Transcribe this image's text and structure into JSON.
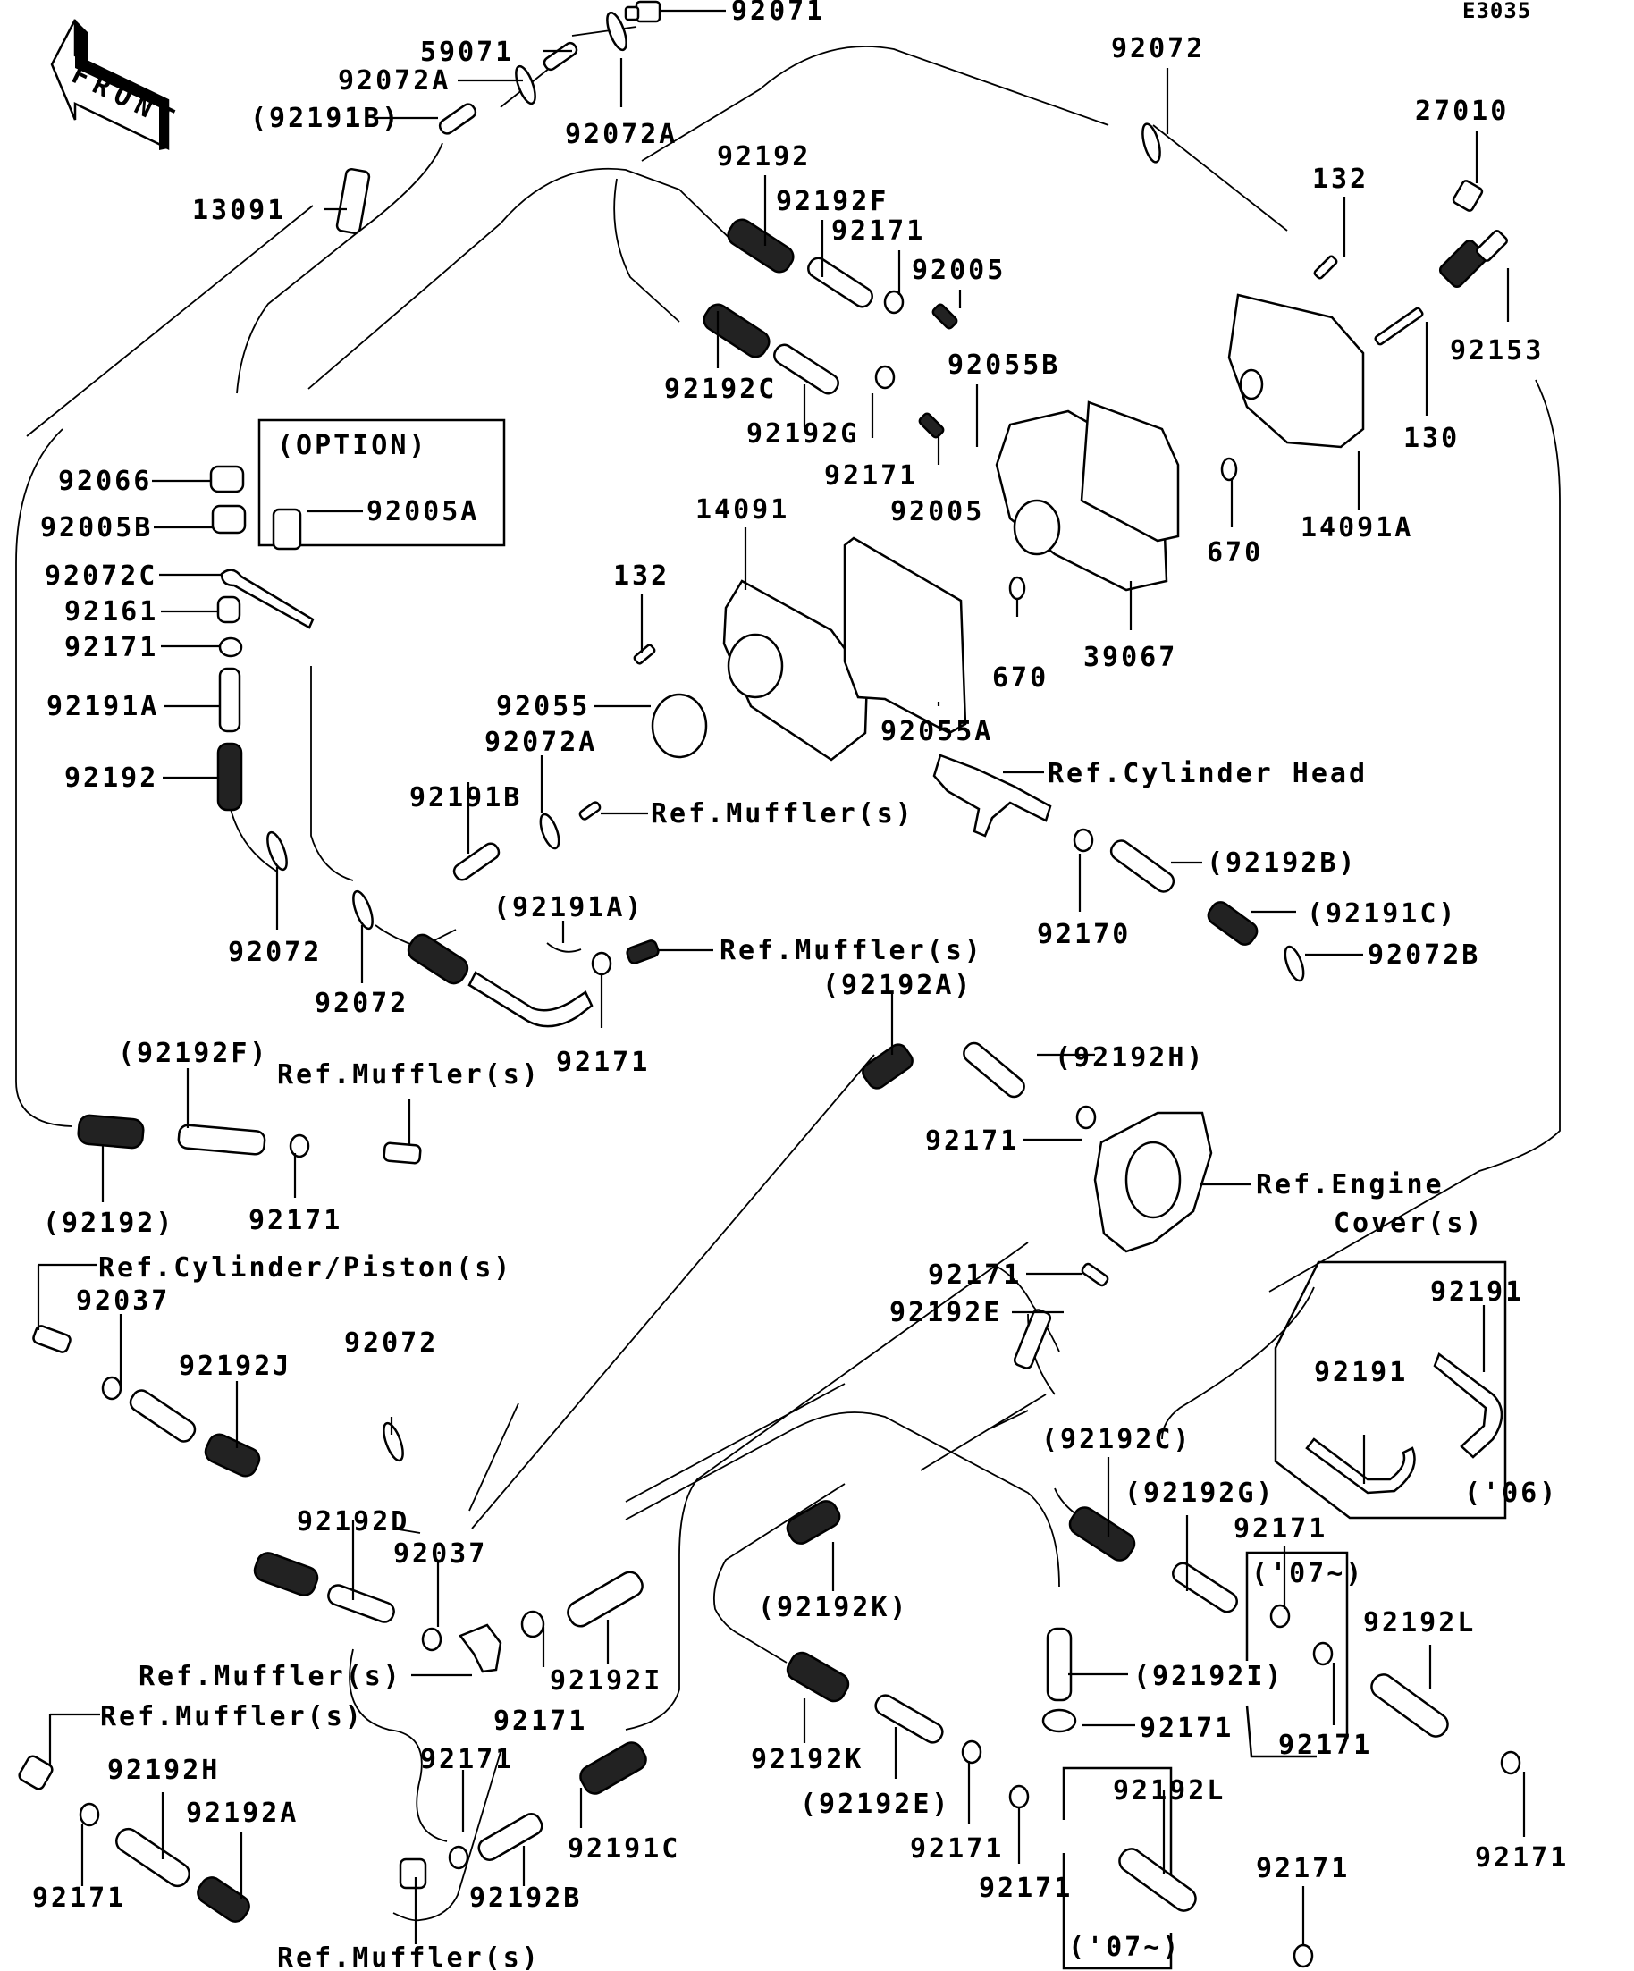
{
  "diagram": {
    "title": "Oil / Water Hose Routing Parts Diagram",
    "code": "E3035",
    "front_arrow_label": "FRONT",
    "option_box_label": "(OPTION)",
    "year_06_label": "('06)",
    "year_07_label_a": "('07~)",
    "year_07_label_b": "('07~)",
    "labels": [
      {
        "id": "l92071",
        "text": "92071"
      },
      {
        "id": "l59071",
        "text": "59071"
      },
      {
        "id": "l92072A_1",
        "text": "92072A"
      },
      {
        "id": "l92191B_p",
        "text": "(92191B)"
      },
      {
        "id": "l92072A_2",
        "text": "92072A"
      },
      {
        "id": "l13091",
        "text": "13091"
      },
      {
        "id": "l92072_top",
        "text": "92072"
      },
      {
        "id": "l27010",
        "text": "27010"
      },
      {
        "id": "l92192_top",
        "text": "92192"
      },
      {
        "id": "l92192F",
        "text": "92192F"
      },
      {
        "id": "l92171_a",
        "text": "92171"
      },
      {
        "id": "l92005_a",
        "text": "92005"
      },
      {
        "id": "l132_a",
        "text": "132"
      },
      {
        "id": "l92153",
        "text": "92153"
      },
      {
        "id": "l92055B",
        "text": "92055B"
      },
      {
        "id": "l92192C",
        "text": "92192C"
      },
      {
        "id": "l92192G",
        "text": "92192G"
      },
      {
        "id": "l130",
        "text": "130"
      },
      {
        "id": "l92171_b",
        "text": "92171"
      },
      {
        "id": "l92005_b",
        "text": "92005"
      },
      {
        "id": "l14091A",
        "text": "14091A"
      },
      {
        "id": "l670_a",
        "text": "670"
      },
      {
        "id": "l92066",
        "text": "92066"
      },
      {
        "id": "l92005A",
        "text": "92005A"
      },
      {
        "id": "l92005B",
        "text": "92005B"
      },
      {
        "id": "l14091",
        "text": "14091"
      },
      {
        "id": "l92072C",
        "text": "92072C"
      },
      {
        "id": "l132_b",
        "text": "132"
      },
      {
        "id": "l92161",
        "text": "92161"
      },
      {
        "id": "l92171_c",
        "text": "92171"
      },
      {
        "id": "l670_b",
        "text": "670"
      },
      {
        "id": "l39067",
        "text": "39067"
      },
      {
        "id": "l92191A",
        "text": "92191A"
      },
      {
        "id": "l92055",
        "text": "92055"
      },
      {
        "id": "l92055A",
        "text": "92055A"
      },
      {
        "id": "l92072A_3",
        "text": "92072A"
      },
      {
        "id": "l92192_left",
        "text": "92192"
      },
      {
        "id": "lrefcyl",
        "text": "Ref.Cylinder Head"
      },
      {
        "id": "l92191B",
        "text": "92191B"
      },
      {
        "id": "lrefmuf1",
        "text": "Ref.Muffler(s)"
      },
      {
        "id": "l92192B_p",
        "text": "(92192B)"
      },
      {
        "id": "l92191A_p",
        "text": "(92191A)"
      },
      {
        "id": "l92191C_p",
        "text": "(92191C)"
      },
      {
        "id": "l92170",
        "text": "92170"
      },
      {
        "id": "l92072_1",
        "text": "92072"
      },
      {
        "id": "lrefmuf2",
        "text": "Ref.Muffler(s)"
      },
      {
        "id": "l92072B",
        "text": "92072B"
      },
      {
        "id": "l92192A_p",
        "text": "(92192A)"
      },
      {
        "id": "l92072_2",
        "text": "92072"
      },
      {
        "id": "l92171_d",
        "text": "92171"
      },
      {
        "id": "l92192H_p",
        "text": "(92192H)"
      },
      {
        "id": "l92192F_p",
        "text": "(92192F)"
      },
      {
        "id": "lrefmuf3",
        "text": "Ref.Muffler(s)"
      },
      {
        "id": "l92171_e",
        "text": "92171"
      },
      {
        "id": "lrefeng1",
        "text": "Ref.Engine"
      },
      {
        "id": "lrefeng2",
        "text": "Cover(s)"
      },
      {
        "id": "l92192_p",
        "text": "(92192)"
      },
      {
        "id": "l92171_f",
        "text": "92171"
      },
      {
        "id": "lrefcylpis",
        "text": "Ref.Cylinder/Piston(s)"
      },
      {
        "id": "l92037_a",
        "text": "92037"
      },
      {
        "id": "l92171_g",
        "text": "92171"
      },
      {
        "id": "l92192E",
        "text": "92192E"
      },
      {
        "id": "l92191_a",
        "text": "92191"
      },
      {
        "id": "l92072_3",
        "text": "92072"
      },
      {
        "id": "l92192J",
        "text": "92192J"
      },
      {
        "id": "l92191_b",
        "text": "92191"
      },
      {
        "id": "l92192C_p",
        "text": "(92192C)"
      },
      {
        "id": "l92192G_p",
        "text": "(92192G)"
      },
      {
        "id": "l92192D",
        "text": "92192D"
      },
      {
        "id": "l92171_h",
        "text": "92171"
      },
      {
        "id": "l92037_b",
        "text": "92037"
      },
      {
        "id": "l92192K_p",
        "text": "(92192K)"
      },
      {
        "id": "l92192L_a",
        "text": "92192L"
      },
      {
        "id": "lrefmuf4",
        "text": "Ref.Muffler(s)"
      },
      {
        "id": "l92192I",
        "text": "92192I"
      },
      {
        "id": "l92192I_p",
        "text": "(92192I)"
      },
      {
        "id": "lrefmuf5",
        "text": "Ref.Muffler(s)"
      },
      {
        "id": "l92171_i",
        "text": "92171"
      },
      {
        "id": "l92171_j",
        "text": "92171"
      },
      {
        "id": "l92171_k",
        "text": "92171"
      },
      {
        "id": "l92192H",
        "text": "92192H"
      },
      {
        "id": "l92192A",
        "text": "92192A"
      },
      {
        "id": "l92192K",
        "text": "92192K"
      },
      {
        "id": "l92171_l",
        "text": "92171"
      },
      {
        "id": "l92192L_b",
        "text": "92192L"
      },
      {
        "id": "l92192E_p",
        "text": "(92192E)"
      },
      {
        "id": "l92191C",
        "text": "92191C"
      },
      {
        "id": "l92171_m",
        "text": "92171"
      },
      {
        "id": "l92171_n",
        "text": "92171"
      },
      {
        "id": "l92171_o",
        "text": "92171"
      },
      {
        "id": "l92171_p",
        "text": "92171"
      },
      {
        "id": "l92192B",
        "text": "92192B"
      },
      {
        "id": "l92171_q",
        "text": "92171"
      },
      {
        "id": "lrefmuf6",
        "text": "Ref.Muffler(s)"
      }
    ]
  }
}
